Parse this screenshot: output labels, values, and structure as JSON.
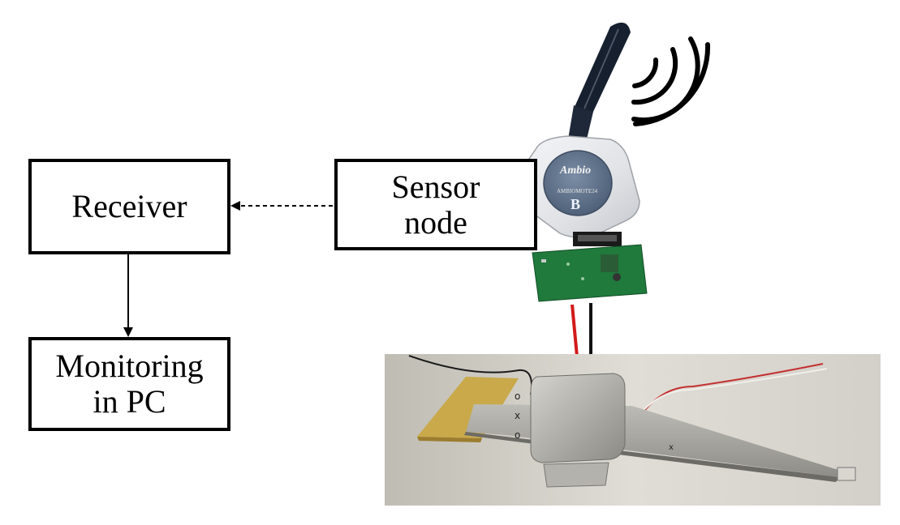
{
  "diagram": {
    "receiver_label": "Receiver",
    "monitoring_label_line1": "Monitoring",
    "monitoring_label_line2": "in PC",
    "sensor_label_line1": "Sensor",
    "sensor_label_line2": "node"
  },
  "device": {
    "logo_text": "Ambio",
    "model_text": "AMBIOMOTE24",
    "badge_text": "B",
    "icon": "wireless-signal-icon"
  },
  "colors": {
    "box_border": "#000000",
    "pcb_green": "#1f7a3c",
    "enclosure": "#e4e6ea",
    "logo_blue": "#5a6d86",
    "antenna": "#141d2c",
    "wire_red": "#d21a1a",
    "wire_black": "#111111",
    "brass": "#c9a94a",
    "steel": "#a9a8a2",
    "photo_bg": "#d9d6cf"
  }
}
